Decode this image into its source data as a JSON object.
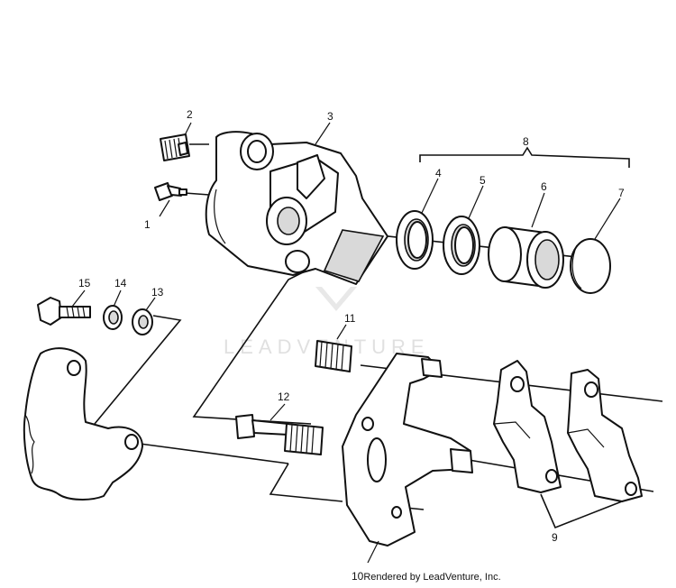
{
  "callouts": {
    "c1": "1",
    "c2": "2",
    "c3": "3",
    "c4": "4",
    "c5": "5",
    "c6": "6",
    "c7": "7",
    "c8": "8",
    "c9": "9",
    "c10": "10",
    "c11": "11",
    "c12": "12",
    "c13": "13",
    "c14": "14",
    "c15": "15"
  },
  "watermark": "LEADVENTURE",
  "credit": "Rendered by LeadVenture, Inc."
}
